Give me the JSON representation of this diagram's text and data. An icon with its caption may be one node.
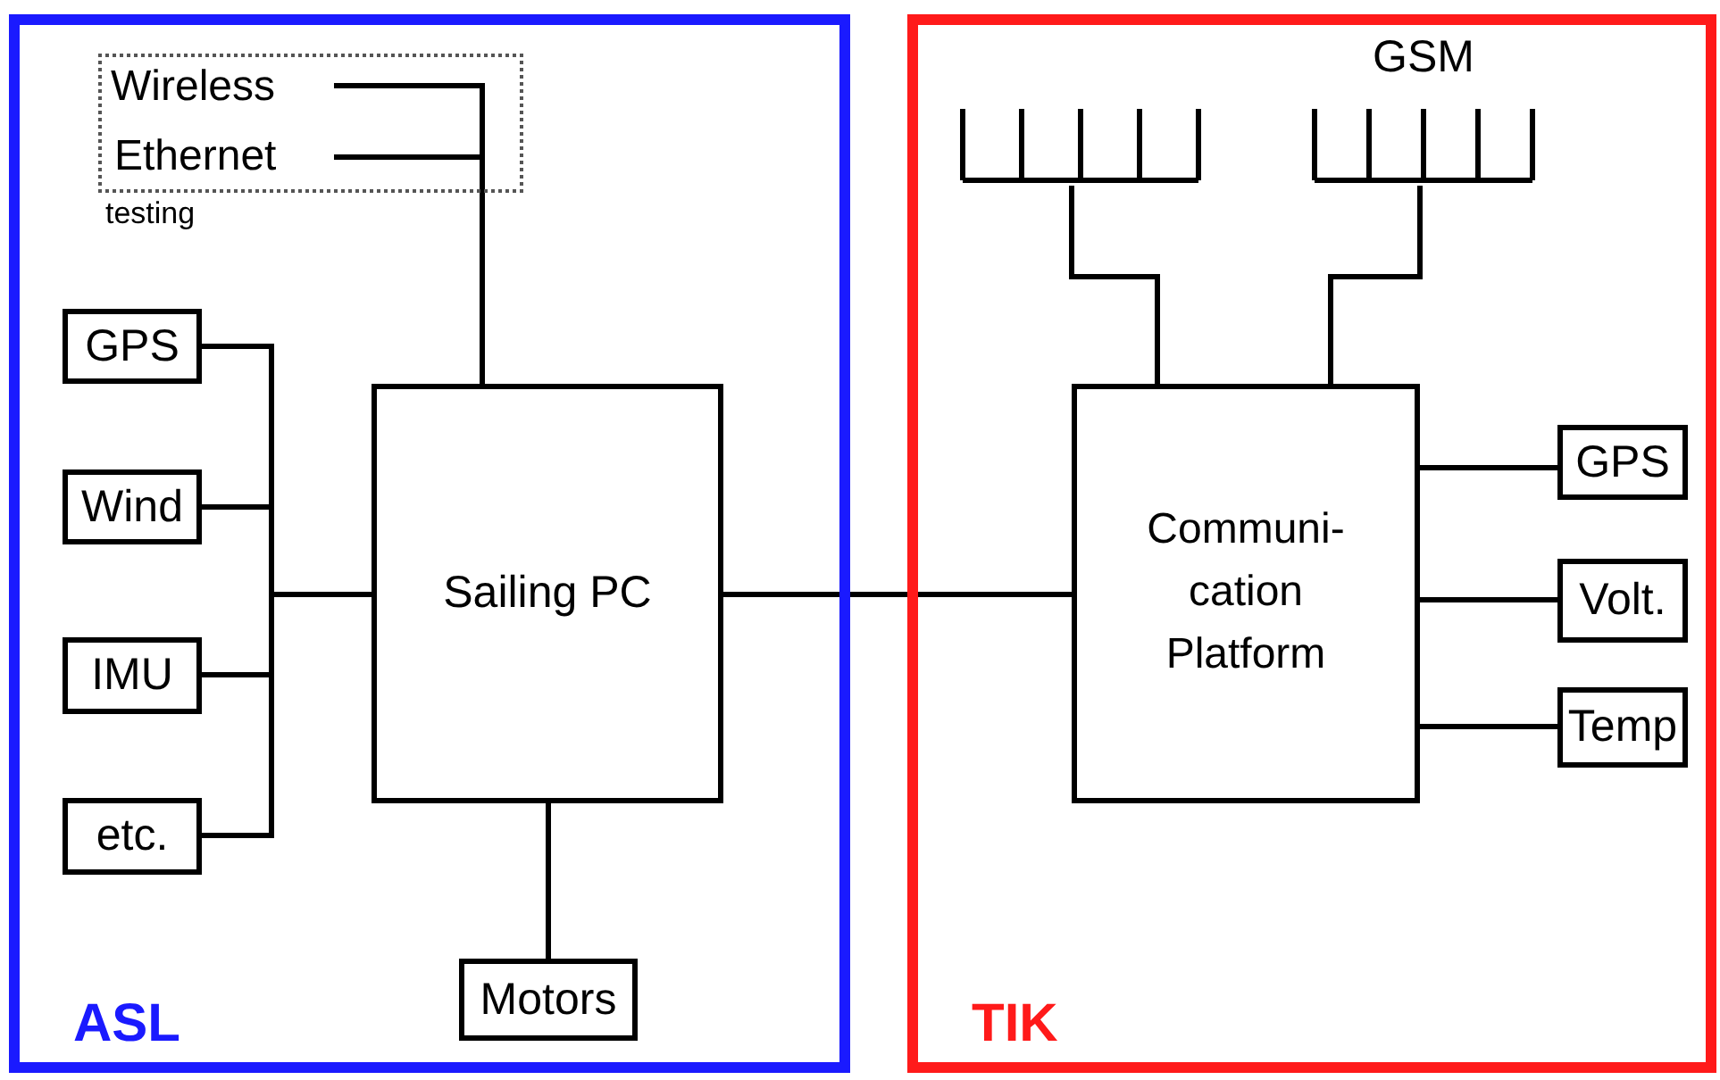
{
  "diagram": {
    "nodes": [
      {
        "text": [
          "ASL"
        ]
      },
      {
        "text": [
          "TIK"
        ]
      },
      {
        "text": [
          "testing"
        ],
        "in": 0
      },
      {
        "text": [
          "Wireless"
        ],
        "in": 2
      },
      {
        "text": [
          "Ethernet"
        ],
        "in": 2
      },
      {
        "text": [
          "GPS"
        ],
        "in": 0
      },
      {
        "text": [
          "Wind"
        ],
        "in": 0
      },
      {
        "text": [
          "IMU"
        ],
        "in": 0
      },
      {
        "text": [
          "etc."
        ],
        "in": 0
      },
      {
        "text": [
          "Sailing PC"
        ],
        "in": 0
      },
      {
        "text": [
          "Motors"
        ],
        "in": 0
      },
      {
        "text": [],
        "shape": "antenna",
        "in": 1
      },
      {
        "text": [
          "GSM"
        ],
        "in": 1
      },
      {
        "text": [
          "Communi- cation Platform"
        ],
        "in": 1
      },
      {
        "text": [
          "GPS"
        ],
        "in": 1
      },
      {
        "text": [
          "Volt."
        ],
        "in": 1
      },
      {
        "text": [
          "Temp"
        ],
        "in": 1
      }
    ],
    "edges": [
      {
        "from": 3,
        "to": 9,
        "arrow": "none"
      },
      {
        "from": 4,
        "to": 9,
        "arrow": "none"
      },
      {
        "from": 5,
        "to": 9,
        "arrow": "none"
      },
      {
        "from": 6,
        "to": 9,
        "arrow": "none"
      },
      {
        "from": 7,
        "to": 9,
        "arrow": "none"
      },
      {
        "from": 8,
        "to": 9,
        "arrow": "none"
      },
      {
        "from": 9,
        "to": 10,
        "arrow": "none"
      },
      {
        "from": 9,
        "to": 13,
        "arrow": "none"
      },
      {
        "from": 11,
        "to": 13,
        "arrow": "none"
      },
      {
        "from": 12,
        "to": 13,
        "arrow": "none"
      },
      {
        "from": 13,
        "to": 14,
        "arrow": "none"
      },
      {
        "from": 13,
        "to": 15,
        "arrow": "none"
      },
      {
        "from": 13,
        "to": 16,
        "arrow": "none"
      }
    ]
  }
}
